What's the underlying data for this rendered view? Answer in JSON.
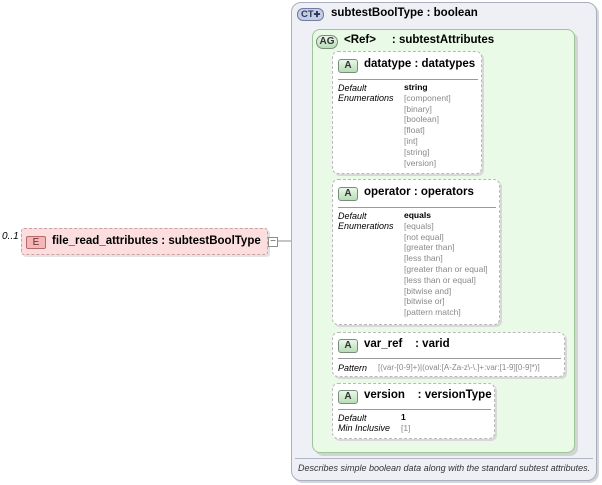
{
  "element": {
    "occurrence": "0..1",
    "badge": "E",
    "title": "file_read_attributes : subtestBoolType",
    "expander": "−"
  },
  "complex_type": {
    "badge": "CT",
    "title": "subtestBoolType : boolean",
    "description": "Describes simple boolean data along with the standard subtest attributes."
  },
  "attribute_group": {
    "badge": "AG",
    "title": "<Ref>     : subtestAttributes"
  },
  "attributes": [
    {
      "badge": "A",
      "title": "datatype : datatypes",
      "labels": [
        "Default",
        "Enumerations"
      ],
      "first_value": "string",
      "values": [
        "[component]",
        "[binary]",
        "[boolean]",
        "[float]",
        "[int]",
        "[string]",
        "[version]"
      ]
    },
    {
      "badge": "A",
      "title": "operator : operators",
      "labels": [
        "Default",
        "Enumerations"
      ],
      "first_value": "equals",
      "values": [
        "[equals]",
        "[not equal]",
        "[greater than]",
        "[less than]",
        "[greater than or equal]",
        "[less than or equal]",
        "[bitwise and]",
        "[bitwise or]",
        "[pattern match]"
      ]
    },
    {
      "badge": "A",
      "title": "var_ref    : varid",
      "labels": [
        "Pattern"
      ],
      "pattern": "[(var-[0-9]+)|(oval:[A-Za-z\\-\\.]+:var:[1-9][0-9]*)]"
    },
    {
      "badge": "A",
      "title": "version    : versionType",
      "labels": [
        "Default",
        "Min Inclusive"
      ],
      "first_value": "1",
      "values": [
        "[1]"
      ]
    }
  ],
  "colors": {
    "element_fill": "#fcdede",
    "element_badge": "#f4b6b6",
    "ct_fill": "#eef0f6",
    "ag_fill": "#e9fbe6",
    "badge_green": "#c9e9c4",
    "badge_ct": "#c5cde3"
  }
}
